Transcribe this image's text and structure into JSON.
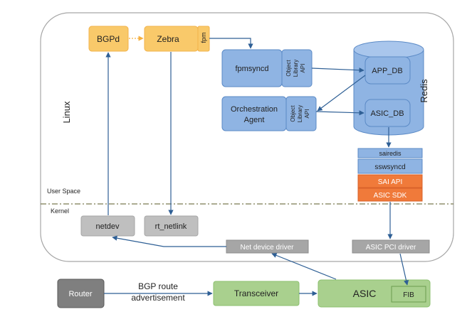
{
  "regions": {
    "linux": "Linux",
    "user_space": "User Space",
    "kernel": "Kernel"
  },
  "components": {
    "bgpd": "BGPd",
    "zebra": "Zebra",
    "fpm": "fpm",
    "fpmsyncd": "fpmsyncd",
    "orch_line1": "Orchestration",
    "orch_line2": "Agent",
    "obj_api_line1": "Object",
    "obj_api_line2": "Library",
    "obj_api_line3": "API",
    "redis": "Redis",
    "app_db": "APP_DB",
    "asic_db": "ASIC_DB",
    "sairedis": "sairedis",
    "sswsyncd": "sswsyncd",
    "sai_api": "SAI API",
    "asic_sdk": "ASIC SDK",
    "netdev": "netdev",
    "rt_netlink": "rt_netlink",
    "net_device_driver": "Net device driver",
    "asic_pci_driver": "ASIC PCI driver",
    "router": "Router",
    "bgp_line1": "BGP route",
    "bgp_line2": "advertisement",
    "transceiver": "Transceiver",
    "asic": "ASIC",
    "fib": "FIB"
  },
  "colors": {
    "orange_fill": "#f9c96a",
    "blue_fill": "#8fb4e3",
    "blue_stroke": "#5b8ac6",
    "red_fill": "#f07a3a",
    "grey_fill": "#bfbfbf",
    "green_fill": "#a9d08e",
    "router_fill": "#7f7f7f",
    "arrow": "#2e5f95"
  }
}
